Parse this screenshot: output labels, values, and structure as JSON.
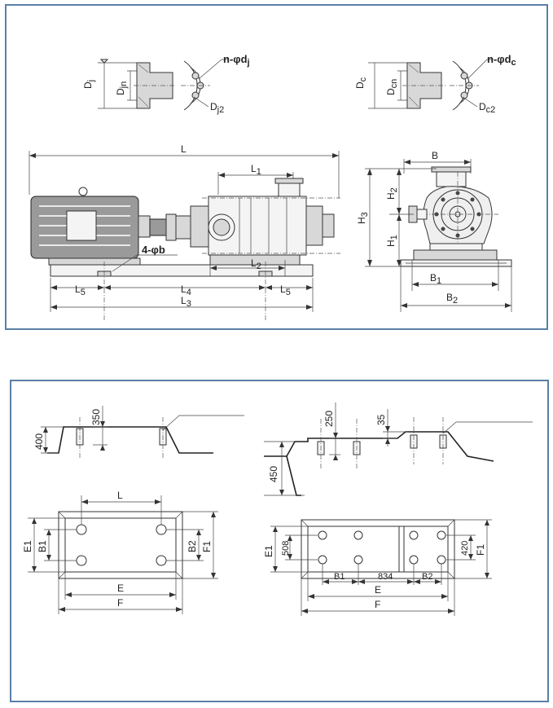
{
  "top": {
    "inlet_flange": {
      "outer_label": "D",
      "outer_sub": "j",
      "inner_label": "D",
      "inner_sub": "jn"
    },
    "inlet_section": {
      "bolt_label": "n-φd",
      "bolt_sub": "j",
      "pcd_label": "D",
      "pcd_sub": "j2"
    },
    "outlet_flange": {
      "outer_label": "D",
      "outer_sub": "c",
      "inner_label": "D",
      "inner_sub": "cn"
    },
    "outlet_section": {
      "bolt_label": "n-φd",
      "bolt_sub": "c",
      "pcd_label": "D",
      "pcd_sub": "c2"
    },
    "side_view": {
      "L": "L",
      "L1": "L",
      "L1_sub": "1",
      "L2": "L",
      "L2_sub": "2",
      "L3": "L",
      "L3_sub": "3",
      "L4": "L",
      "L4_sub": "4",
      "L5a": "L",
      "L5a_sub": "5",
      "L5b": "L",
      "L5b_sub": "5",
      "foot_holes": "4-φb"
    },
    "end_view": {
      "B": "B",
      "H2": "H",
      "H2_sub": "2",
      "H1": "H",
      "H1_sub": "1",
      "H3": "H",
      "H3_sub": "3",
      "B1": "B",
      "B1_sub": "1",
      "B2": "B",
      "B2_sub": "2"
    }
  },
  "bottom": {
    "left_section": {
      "h1": "400",
      "h2": "350"
    },
    "right_section": {
      "h1": "450",
      "h2": "250",
      "h3": "35"
    },
    "left_plan": {
      "L": "L",
      "E1": "E1",
      "B1": "B1",
      "B2": "B2",
      "F1": "F1",
      "E": "E",
      "F": "F"
    },
    "right_plan": {
      "E1": "E1",
      "d508": "508",
      "B1": "B1",
      "d834": "834",
      "B2": "B2",
      "d420": "420",
      "F1": "F1",
      "E": "E",
      "F": "F"
    }
  }
}
